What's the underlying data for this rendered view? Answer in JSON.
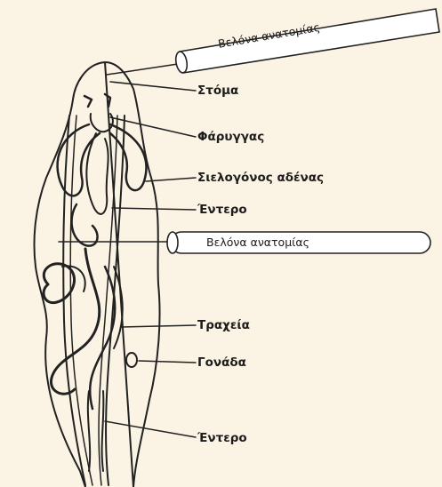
{
  "needles": {
    "upper": "Βελόνα ανατομίας",
    "middle": "Βελόνα ανατομίας"
  },
  "labels": {
    "mouth": "Στόμα",
    "pharynx": "Φάρυγγας",
    "salivary_gland": "Σιελογόνος αδένας",
    "intestine_upper": "Έντερο",
    "trachea": "Τραχεία",
    "gonad": "Γονάδα",
    "intestine_lower": "Έντερο"
  }
}
